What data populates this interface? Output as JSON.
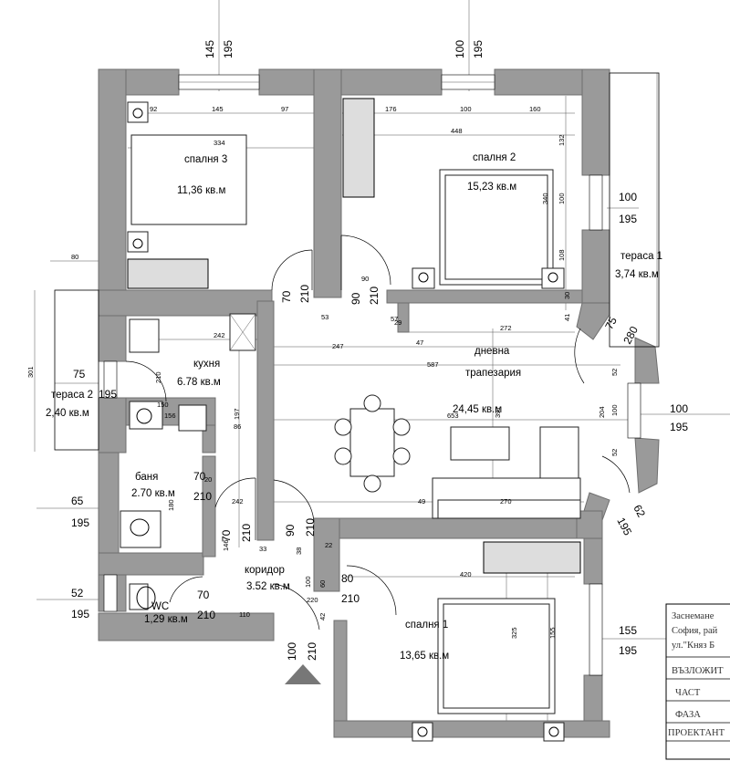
{
  "rooms": {
    "bedroom3_name": "спалня 3",
    "bedroom3_area": "11,36 кв.м",
    "bedroom2_name": "спалня 2",
    "bedroom2_area": "15,23 кв.м",
    "terrace1_name": "тераса 1",
    "terrace1_area": "3,74 кв.м",
    "kitchen_name": "кухня",
    "kitchen_area": "6.78 кв.м",
    "living_name": "дневна",
    "dining_name": "трапезария",
    "living_area": "24,45 кв.м",
    "terrace2_name": "тераса 2",
    "terrace2_area": "2,40 кв.м",
    "bath_name": "баня",
    "bath_area": "2.70 кв.м",
    "wc_name": "WC",
    "wc_area": "1,29 кв.м",
    "corridor_name": "коридор",
    "corridor_area": "3.52 кв.м",
    "bedroom1_name": "спалня 1",
    "bedroom1_area": "13,65 кв.м"
  },
  "outer_dims": {
    "top1_a": "145",
    "top1_b": "195",
    "top2_a": "100",
    "top2_b": "195",
    "right1_a": "100",
    "right1_b": "195",
    "right2_a": "100",
    "right2_b": "195",
    "right3_a": "155",
    "right3_b": "195",
    "left1_a": "75",
    "left1_b": "195",
    "left2_a": "65",
    "left2_b": "195",
    "left3_a": "52",
    "left3_b": "195",
    "diag1_a": "75",
    "diag1_b": "280",
    "diag2_a": "62",
    "diag2_b": "195"
  },
  "door_dims": {
    "d1_a": "70",
    "d1_b": "210",
    "d2_a": "90",
    "d2_b": "210",
    "d3_a": "70",
    "d3_b": "210",
    "d4_a": "70",
    "d4_b": "210",
    "d5_a": "90",
    "d5_b": "210",
    "d6_a": "80",
    "d6_b": "210",
    "d7_a": "70",
    "d7_b": "210",
    "d8_a": "100",
    "d8_b": "210"
  },
  "inner_dims": {
    "a": "92",
    "b": "145",
    "c": "97",
    "d": "334",
    "e": "176",
    "f": "100",
    "g": "160",
    "h": "448",
    "i": "132",
    "j": "340",
    "k": "100",
    "l": "108",
    "m": "30",
    "n": "41",
    "o": "90",
    "p": "53",
    "q": "57",
    "r": "29",
    "s": "272",
    "t": "247",
    "u": "47",
    "v": "587",
    "w": "242",
    "x": "52",
    "y": "100",
    "z": "397",
    "aa": "204",
    "ab": "653",
    "ac": "156",
    "ad": "197",
    "ae": "86",
    "af": "150",
    "ag": "210",
    "ah": "242",
    "ai": "270",
    "aj": "49",
    "ak": "52",
    "al": "180",
    "am": "146",
    "an": "33",
    "ao": "38",
    "ap": "22",
    "aq": "420",
    "ar": "100",
    "as": "60",
    "at": "220",
    "au": "42",
    "av": "110",
    "aw": "325",
    "ax": "155",
    "ay": "80",
    "az": "301",
    "ba": "20"
  },
  "title_block": {
    "line1": "Заснемане",
    "line2": "София, рай",
    "line3": "ул.\"Княз Б",
    "row1": "ВЪЗЛОЖИТ",
    "row2": "ЧАСТ",
    "row3": "ФАЗА",
    "row4": "ПРОЕКТАНТ"
  }
}
